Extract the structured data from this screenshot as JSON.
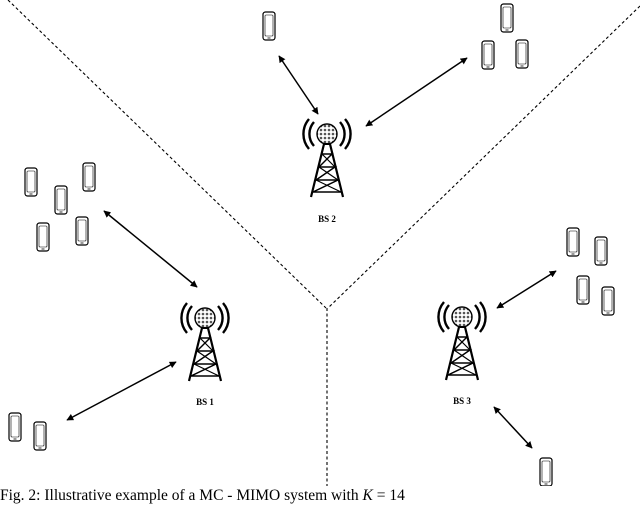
{
  "base_stations": [
    {
      "label": "BS 1"
    },
    {
      "label": "BS 2"
    },
    {
      "label": "BS 3"
    }
  ],
  "caption": {
    "text": "Fig. 2: Illustrative example of a MC - MIMO system with ",
    "variable": "K",
    "suffix": " = 14"
  },
  "colors": {
    "stroke": "#000000",
    "background": "#ffffff"
  }
}
